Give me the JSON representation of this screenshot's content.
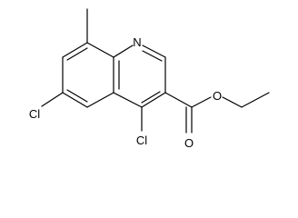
{
  "atoms": {
    "n1": "N",
    "o_carbonyl": "O",
    "o_ester": "O",
    "cl4": "Cl",
    "cl6": "Cl"
  },
  "colors": {
    "bond": "#000000",
    "label": "#000000",
    "background": "#ffffff"
  }
}
